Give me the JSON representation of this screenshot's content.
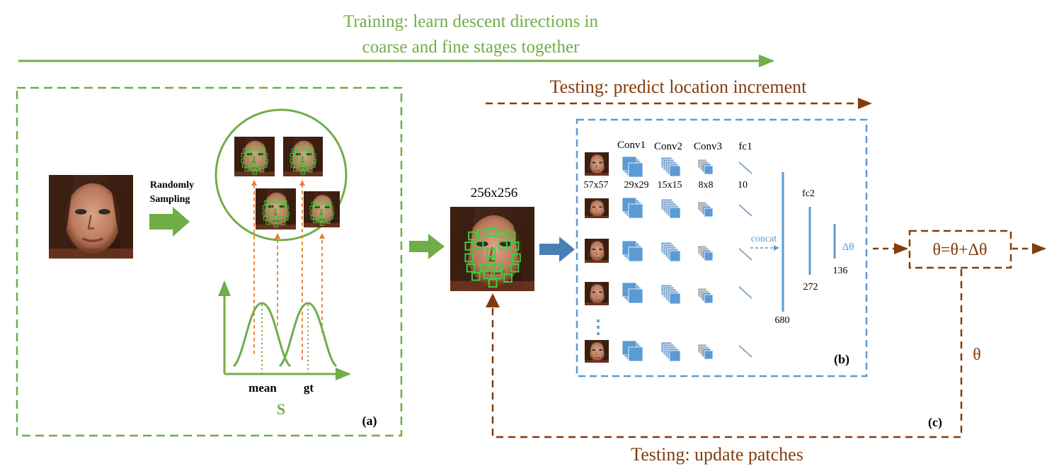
{
  "colors": {
    "green": "#70ad47",
    "brown": "#843c0c",
    "blue": "#5b9bd5",
    "orange": "#ed7d31",
    "face_green": "#39d339",
    "conv_fill": "#5b9bd5",
    "conv_gray": "#a6a6a6"
  },
  "training": {
    "line1": "Training: learn descent directions in",
    "line2": "coarse and fine stages together"
  },
  "panel_a": {
    "label": "(a)",
    "sampling_line1": "Randomly",
    "sampling_line2": "Sampling",
    "mean_label": "mean",
    "gt_label": "gt",
    "s_label": "S"
  },
  "center": {
    "size_label": "256x256"
  },
  "testing_top": "Testing: predict location increment",
  "testing_bottom": "Testing: update patches",
  "panel_b": {
    "label": "(b)",
    "headers": {
      "conv1": "Conv1",
      "conv2": "Conv2",
      "conv3": "Conv3",
      "fc1": "fc1",
      "fc2": "fc2"
    },
    "sizes": {
      "input": "57x57",
      "conv1": "29x29",
      "conv2": "15x15",
      "conv3": "8x8",
      "fc1": "10"
    },
    "concat": "concat",
    "dims": {
      "concat": "680",
      "fc2": "272",
      "out": "136"
    },
    "delta_theta": "Δθ",
    "ellipsis": "⋮"
  },
  "panel_c": {
    "label": "(c)",
    "update": "θ=θ+Δθ",
    "theta": "θ"
  }
}
